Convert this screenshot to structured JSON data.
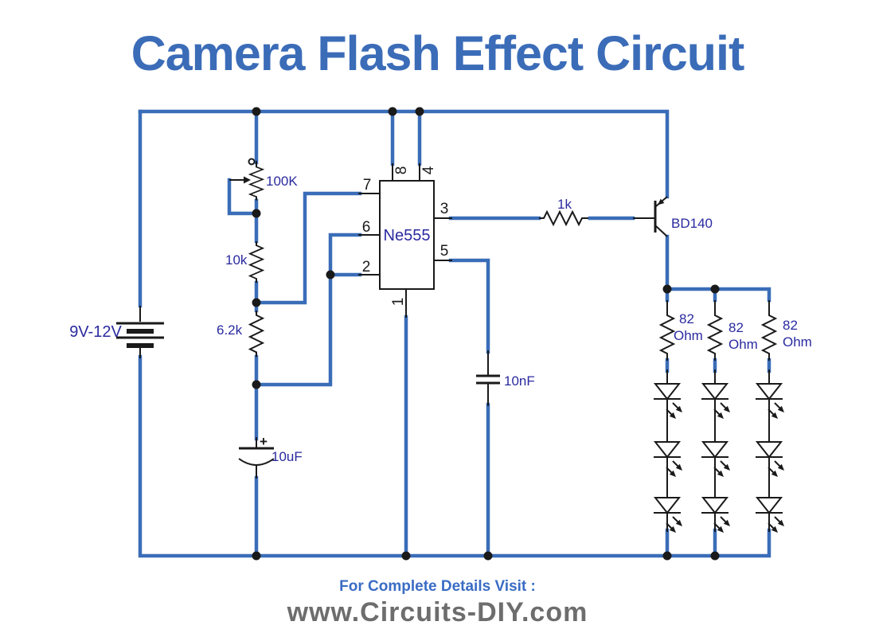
{
  "title": "Camera Flash Effect Circuit",
  "footer": {
    "line1": "For Complete Details Visit :",
    "line2": "www.Circuits-DIY.com"
  },
  "colors": {
    "wire": "#3a6db8",
    "title": "#3b6cb8",
    "label": "#2a2aa0",
    "footer_line1": "#3a6cc4",
    "footer_line2": "#6d6d6d",
    "component": "#1a1a1a"
  },
  "components": {
    "battery": {
      "label": "9V-12V"
    },
    "potentiometer": {
      "label": "100K"
    },
    "resistor_10k": {
      "label": "10k"
    },
    "resistor_6_2k": {
      "label": "6.2k"
    },
    "resistor_1k": {
      "label": "1k"
    },
    "capacitor_10uF": {
      "label": "10uF",
      "polarity": "+"
    },
    "capacitor_10nF": {
      "label": "10nF"
    },
    "ic_555": {
      "label": "Ne555",
      "pins": {
        "p1": "1",
        "p2": "2",
        "p3": "3",
        "p4": "4",
        "p5": "5",
        "p6": "6",
        "p7": "7",
        "p8": "8"
      }
    },
    "transistor": {
      "label": "BD140"
    },
    "led_resistors": {
      "value": "82",
      "unit": "Ohm"
    }
  }
}
